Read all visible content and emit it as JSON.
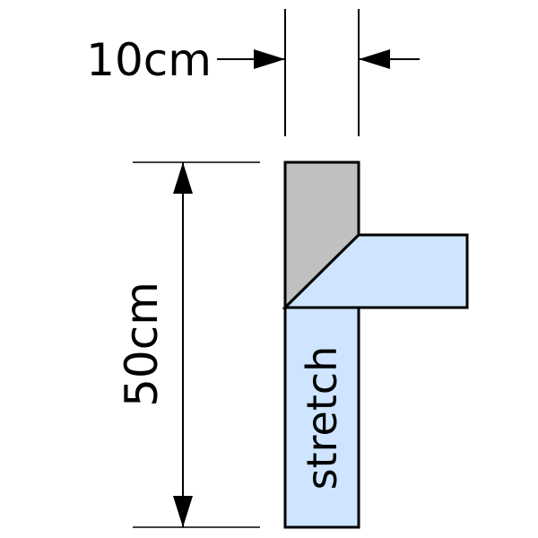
{
  "dimensions": {
    "width_label": "10cm",
    "height_label": "50cm"
  },
  "labels": {
    "stretch": "stretch"
  },
  "colors": {
    "gray_block": "#c0c0c0",
    "light_blue": "#cfe5ff",
    "outline": "#000000"
  }
}
